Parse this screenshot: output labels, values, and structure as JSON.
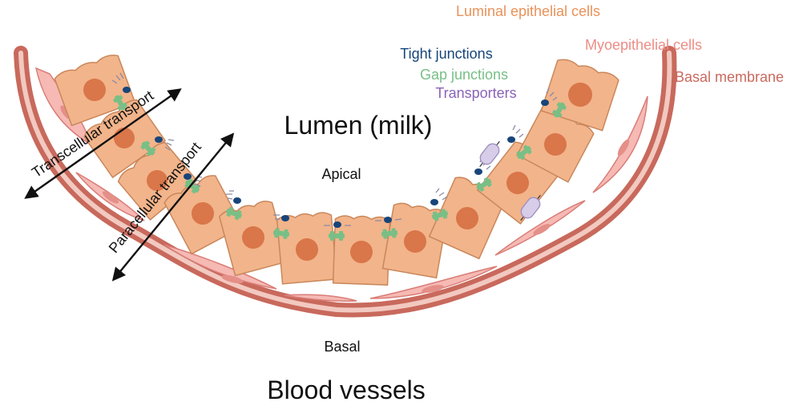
{
  "labels": {
    "luminal": "Luminal epithelial cells",
    "myoepithelial": "Myoepithelial cells",
    "basal_membrane": "Basal membrane",
    "tight_junctions": "Tight junctions",
    "gap_junctions": "Gap junctions",
    "transporters": "Transporters",
    "lumen": "Lumen (milk)",
    "apical": "Apical",
    "basal": "Basal",
    "blood_vessels": "Blood vessels",
    "transcellular": "Transcellular transport",
    "paracellular": "Paracellular transport"
  },
  "colors": {
    "luminal": "#e8925a",
    "myoepithelial": "#ec8d86",
    "basal_membrane": "#c96a5e",
    "tight_junctions": "#17457a",
    "gap_junctions": "#78bf86",
    "transporters": "#8a62b7",
    "cell_fill": "#f2b48a",
    "cell_stroke": "#c9875b",
    "nucleus": "#d9764a",
    "membrane": "#bf5a55",
    "myo_fill": "#f6b9b4"
  },
  "icons": [
    "tight-junction-icon",
    "gap-junction-icon",
    "transporter-icon",
    "double-arrow-icon"
  ]
}
